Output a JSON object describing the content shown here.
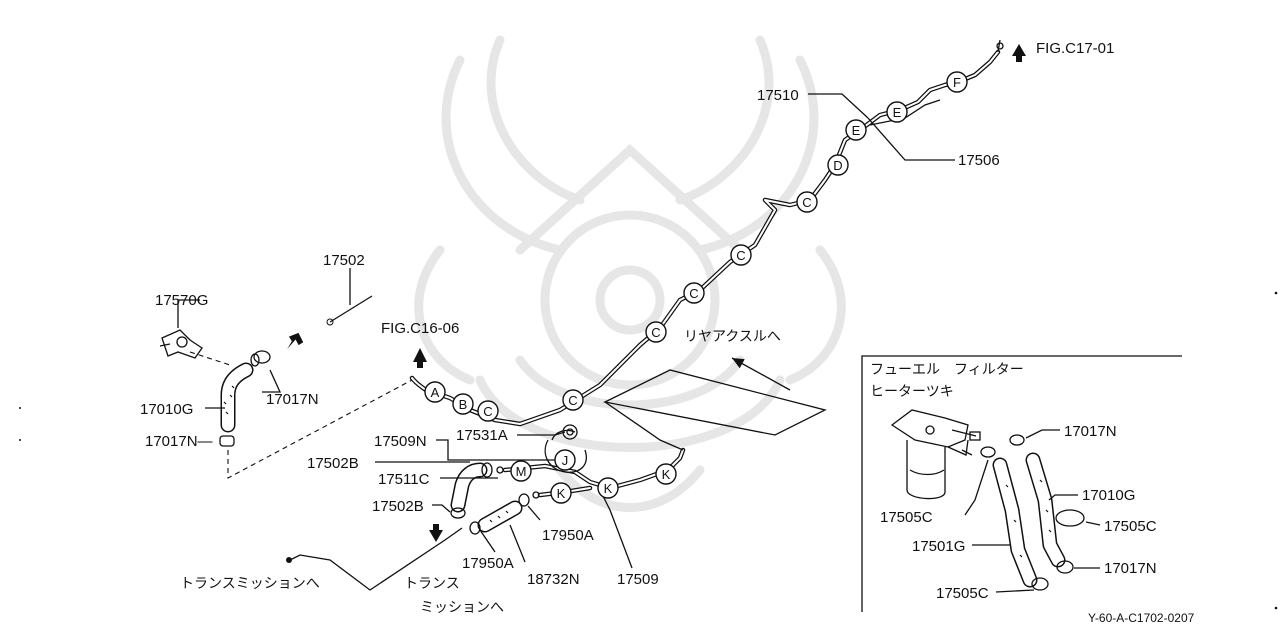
{
  "diagram": {
    "figure_code": "Y-60-A-C1702-0207",
    "watermark_icon": "samurai-helmet-icon",
    "references": {
      "fig_c17": "FIG.C17-01",
      "fig_c16": "FIG.C16-06"
    },
    "part_labels": {
      "p17510": "17510",
      "p17506": "17506",
      "p17502": "17502",
      "p17570G": "17570G",
      "p17017N_a": "17017N",
      "p17010G": "17010G",
      "p17017N_b": "17017N—",
      "p17509N": "17509N",
      "p17531A": "17531A",
      "p17502B_a": "17502B",
      "p17511C": "17511C",
      "p17502B_b": "17502B",
      "p17950A_a": "17950A",
      "p17950A_b": "17950A",
      "p18732N": "18732N",
      "p17509": "17509"
    },
    "jp_labels": {
      "rear_axle": "リヤアクスルへ",
      "transmission_1": "トランスミッションへ",
      "transmission_2a": "トランス",
      "transmission_2b": "ミッションへ"
    },
    "clip_letters": {
      "c_a": "A",
      "c_b": "B",
      "c_c1": "C",
      "c_c2": "C",
      "c_c3": "C",
      "c_c4": "C",
      "c_c5": "C",
      "c_c6": "C",
      "c_d": "D",
      "c_e1": "E",
      "c_e2": "E",
      "c_f": "F",
      "c_j": "J",
      "c_k1": "K",
      "c_k2": "K",
      "c_k3": "K",
      "c_m": "M"
    },
    "inset": {
      "title_line1": "フューエル　フィルター",
      "title_line2": "ヒーターツキ",
      "labels": {
        "i17017N_a": "17017N",
        "i17010G": "17010G",
        "i17505C_a": "17505C",
        "i17505C_b": "17505C",
        "i17501G": "17501G",
        "i17017N_b": "17017N",
        "i17505C_c": "17505C"
      }
    }
  }
}
